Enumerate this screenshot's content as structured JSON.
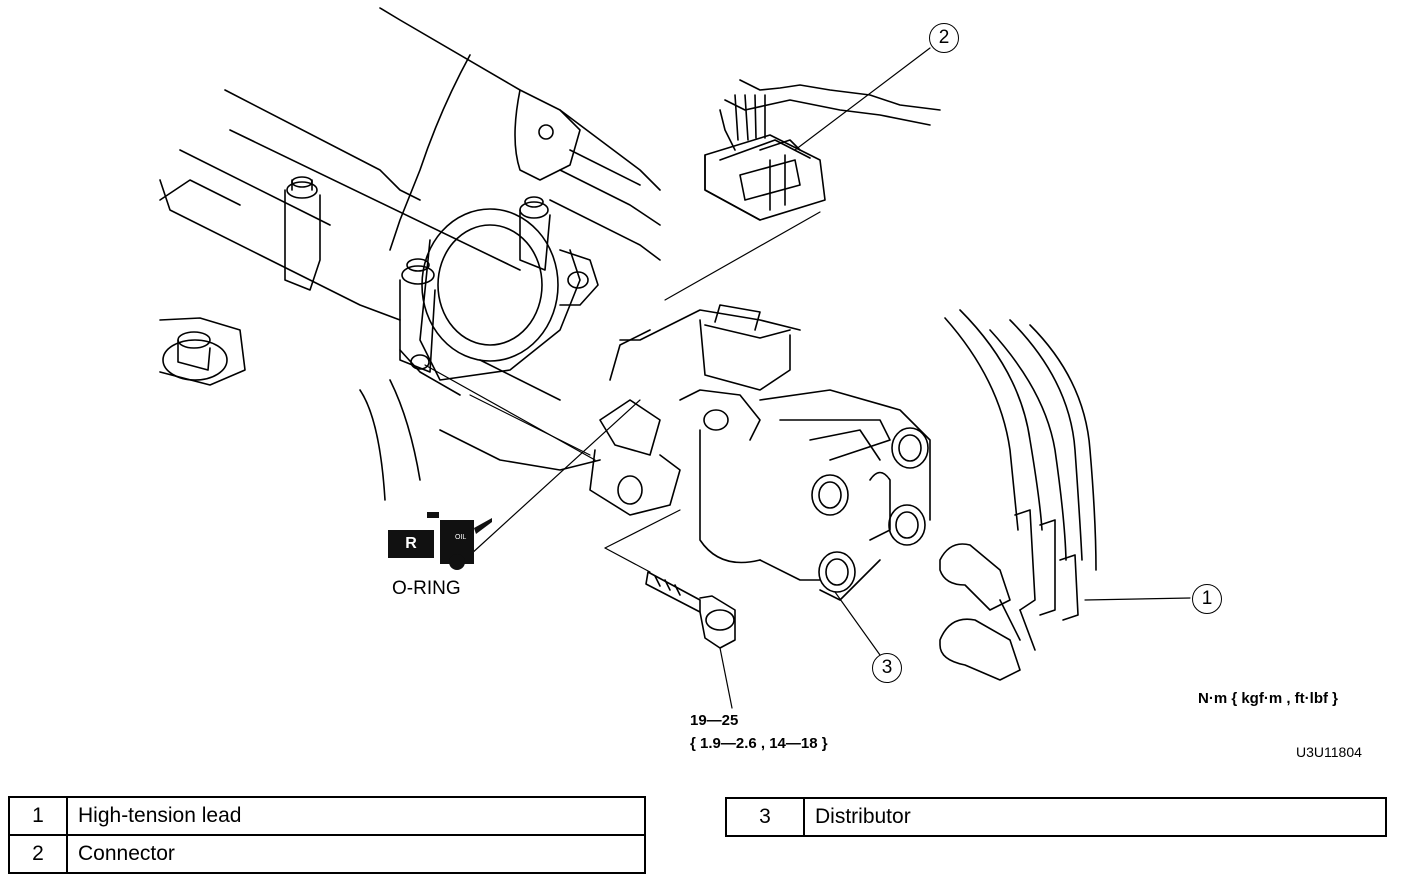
{
  "callouts": [
    "1",
    "2",
    "3"
  ],
  "badge": "R",
  "oil_icon_text": "OIL",
  "oring_label": "O-RING",
  "units_label": "N·m { kgf·m , ft·lbf }",
  "torque": {
    "line1": "19—25",
    "line2": "{ 1.9—2.6 , 14—18 }"
  },
  "figure_id": "U3U11804",
  "legend": [
    {
      "num": "1",
      "name": "High-tension lead"
    },
    {
      "num": "2",
      "name": "Connector"
    },
    {
      "num": "3",
      "name": "Distributor"
    }
  ],
  "colors": {
    "ink": "#000000",
    "paper": "#ffffff"
  }
}
